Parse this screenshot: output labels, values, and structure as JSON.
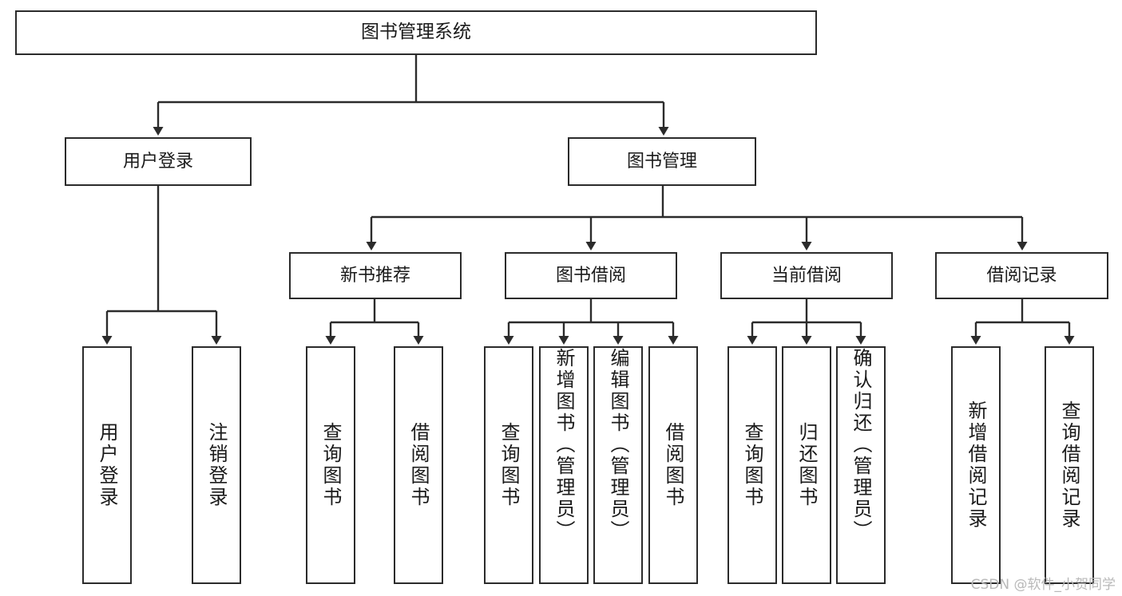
{
  "diagram": {
    "type": "tree-hierarchy",
    "title": "图书管理系统",
    "orientation": "top-down",
    "colors": {
      "box_border": "#2b2b2b",
      "box_fill": "#ffffff",
      "connector": "#2b2b2b",
      "watermark": "#b9b9b9",
      "background": "#ffffff"
    }
  },
  "root": {
    "label": "图书管理系统"
  },
  "level1": [
    {
      "label": "用户登录"
    },
    {
      "label": "图书管理"
    }
  ],
  "level2": [
    {
      "label": "新书推荐"
    },
    {
      "label": "图书借阅"
    },
    {
      "label": "当前借阅"
    },
    {
      "label": "借阅记录"
    }
  ],
  "leaves": {
    "user_login": [
      {
        "label": "用户登录"
      },
      {
        "label": "注销登录"
      }
    ],
    "new_book": [
      {
        "label": "查询图书"
      },
      {
        "label": "借阅图书"
      }
    ],
    "book_borrow": [
      {
        "label": "查询图书"
      },
      {
        "label": "新增图书（管理员）"
      },
      {
        "label": "编辑图书（管理员）"
      },
      {
        "label": "借阅图书"
      }
    ],
    "current_borrow": [
      {
        "label": "查询图书"
      },
      {
        "label": "归还图书"
      },
      {
        "label": "确认归还（管理员）"
      }
    ],
    "borrow_record": [
      {
        "label": "新增借阅记录"
      },
      {
        "label": "查询借阅记录"
      }
    ]
  },
  "watermark": {
    "text": "CSDN @软件_小贺同学"
  }
}
